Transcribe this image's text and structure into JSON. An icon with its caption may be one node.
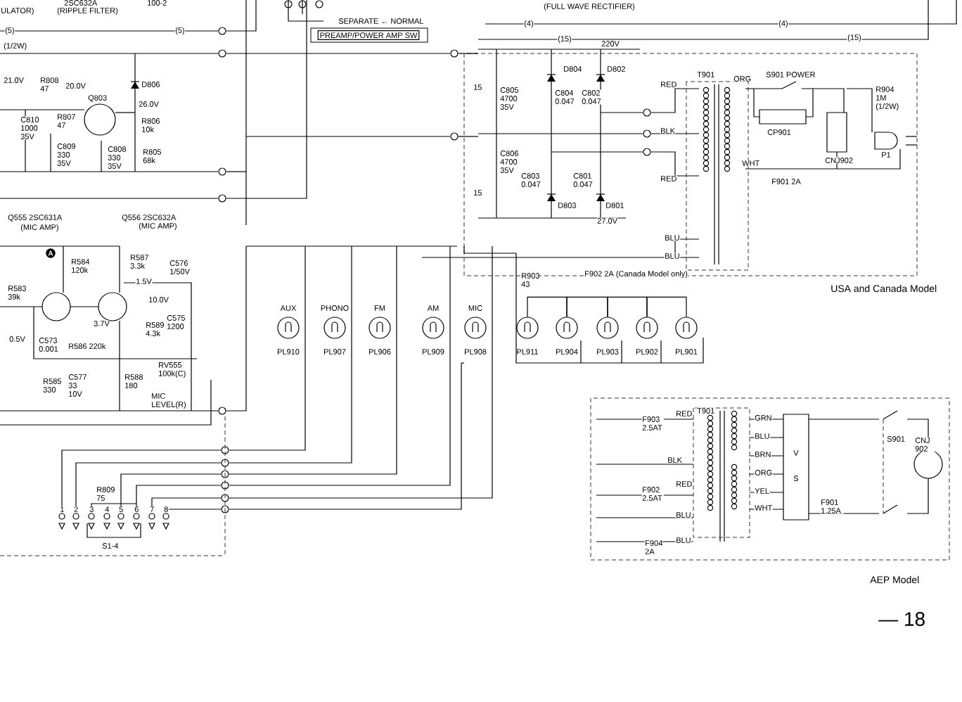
{
  "diagram": {
    "nodes": [
      {
        "text": [
          "PREAMP/POWER AMP SW"
        ],
        "beside": [
          "SEPARATE ← NORMAL"
        ]
      },
      {
        "text": [],
        "shape": "circle",
        "beside": [
          "AUX",
          "PL910"
        ]
      },
      {
        "text": [],
        "shape": "circle",
        "beside": [
          "PHONO",
          "PL907"
        ]
      },
      {
        "text": [],
        "shape": "circle",
        "beside": [
          "FM",
          "PL906"
        ]
      },
      {
        "text": [],
        "shape": "circle",
        "beside": [
          "AM",
          "PL909"
        ]
      },
      {
        "text": [],
        "shape": "circle",
        "beside": [
          "MIC",
          "PL908"
        ]
      },
      {
        "text": [],
        "shape": "circle",
        "beside": [
          "PL911"
        ]
      },
      {
        "text": [],
        "shape": "circle",
        "beside": [
          "PL904"
        ]
      },
      {
        "text": [],
        "shape": "circle",
        "beside": [
          "PL903"
        ]
      },
      {
        "text": [],
        "shape": "circle",
        "beside": [
          "PL902"
        ]
      },
      {
        "text": [],
        "shape": "circle",
        "beside": [
          "PL901"
        ]
      },
      {
        "text": [
          "V",
          "S"
        ]
      }
    ],
    "edges": [
      {
        "from": 6,
        "to": 7,
        "arrow": "none"
      },
      {
        "from": 7,
        "to": 8,
        "arrow": "none"
      },
      {
        "from": 8,
        "to": 9,
        "arrow": "none"
      },
      {
        "from": 9,
        "to": 10,
        "arrow": "none"
      }
    ],
    "labels": [
      "ULATOR)",
      "2SC632A",
      "(RIPPLE FILTER)",
      "100-2",
      "(FULL WAVE RECTIFIER)",
      "(4)",
      "(4)",
      "(5)",
      "(5)",
      "(15)",
      "(15)",
      "(1/2W)",
      "220V",
      "D804",
      "D802",
      "T901",
      "ORG",
      "S901 POWER",
      "R904 1M (1/2W)",
      "D806",
      "21.0V",
      "R808 47",
      "20.0V",
      "15",
      "C805 4700 35V",
      "C804 0.047",
      "C802 0.047",
      "RED",
      "Q803",
      "26.0V",
      "R807 47",
      "C810 1000 35V",
      "R806 10k",
      "BLK",
      "CP901",
      "P1",
      "C809 330 35V",
      "C808 330 35V",
      "R805 68k",
      "CNJ902",
      "C806 4700 35V",
      "WHT",
      "RED",
      "C803 0.047",
      "C801 0.047",
      "F901 2A",
      "15",
      "D803",
      "D801",
      "Q555 2SC631A",
      "(MIC AMP)",
      "Q556 2SC632A",
      "(MIC AMP)",
      "27.0V",
      "BLU",
      "BLU",
      "A",
      "R584 120k",
      "R587 3.3k",
      "C576 1/50V",
      "F902 2A (Canada Model only)",
      "R903 43",
      "1.5V",
      "USA and Canada Model",
      "R583 39k",
      "10.0V",
      "C575 1200",
      "R589 4.3k",
      "3.7V",
      "0.5V",
      "C573 0.001",
      "R586 220k",
      "RV555 100k(C)",
      "R585 330",
      "C577 33 10V",
      "R588 180",
      "MIC LEVEL(R)",
      "F903 2.5AT",
      "RED",
      "T901",
      "GRN",
      "BLU",
      "BRN",
      "S901",
      "CNJ 902",
      "BLK",
      "ORG",
      "R809 75",
      "1",
      "2",
      "3",
      "4",
      "5",
      "6",
      "7",
      "8",
      "F902 2.5AT",
      "RED",
      "YEL",
      "F901 1.25A",
      "WHT",
      "BLU",
      "BLU",
      "F904 2A",
      "S1-4",
      "AEP Model",
      "— 18"
    ]
  }
}
